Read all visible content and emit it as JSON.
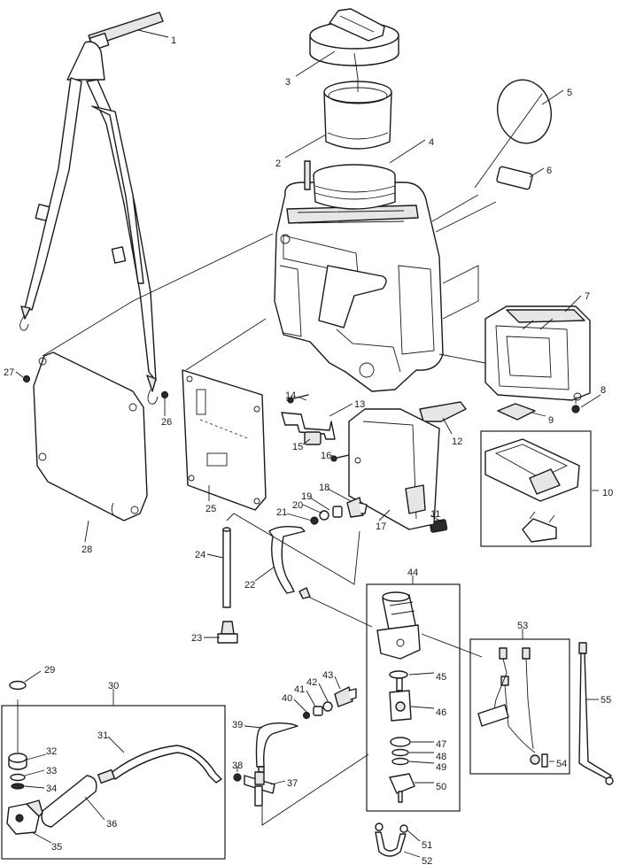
{
  "diagram": {
    "type": "exploded-parts-diagram",
    "callouts": [
      "1",
      "2",
      "3",
      "4",
      "5",
      "6",
      "7",
      "8",
      "9",
      "10",
      "11",
      "12",
      "13",
      "14",
      "15",
      "16",
      "17",
      "18",
      "19",
      "20",
      "21",
      "22",
      "23",
      "24",
      "25",
      "26",
      "27",
      "28",
      "29",
      "30",
      "31",
      "32",
      "33",
      "34",
      "35",
      "36",
      "37",
      "38",
      "39",
      "40",
      "41",
      "42",
      "43",
      "44",
      "45",
      "46",
      "47",
      "48",
      "49",
      "50",
      "51",
      "52",
      "53",
      "54",
      "55"
    ]
  },
  "colors": {
    "ink": "#1a1a1a",
    "paper": "#ffffff",
    "shade": "#e6e6e6"
  }
}
